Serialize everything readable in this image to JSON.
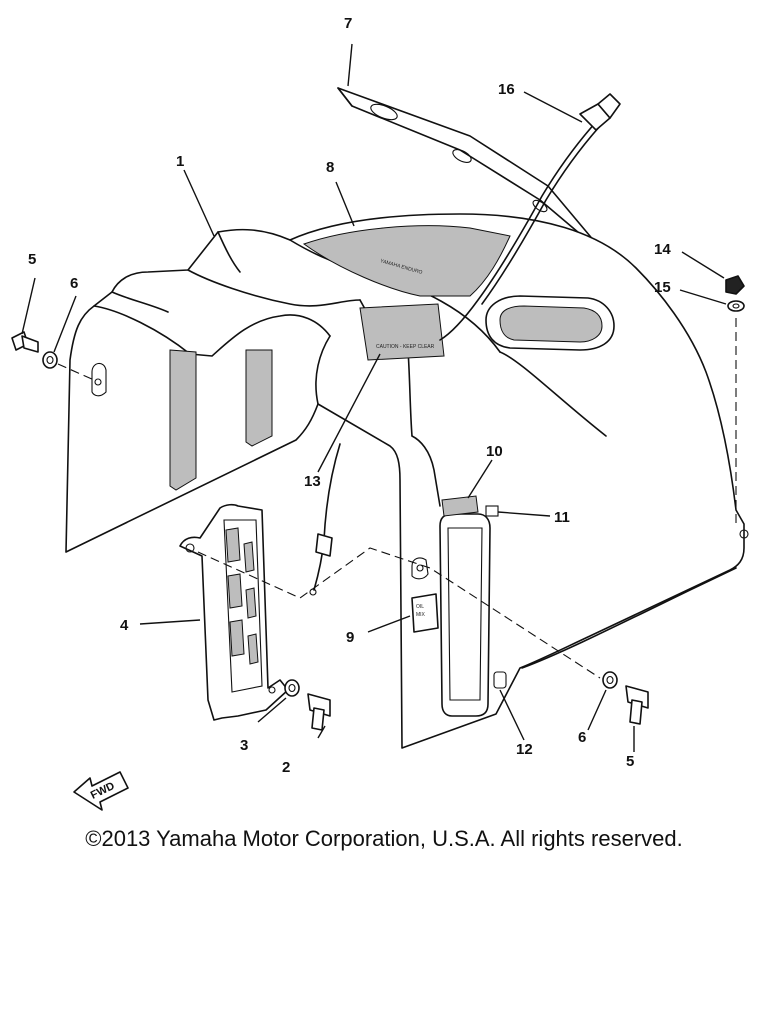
{
  "callouts": {
    "c1": "1",
    "c2": "2",
    "c3": "3",
    "c4": "4",
    "c5a": "5",
    "c5b": "5",
    "c6a": "6",
    "c6b": "6",
    "c7": "7",
    "c8": "8",
    "c9": "9",
    "c10": "10",
    "c11": "11",
    "c12": "12",
    "c13": "13",
    "c14": "14",
    "c15": "15",
    "c16": "16"
  },
  "fwd_label": "FWD",
  "copyright": "©2013 Yamaha Motor Corporation, U.S.A. All rights reserved."
}
